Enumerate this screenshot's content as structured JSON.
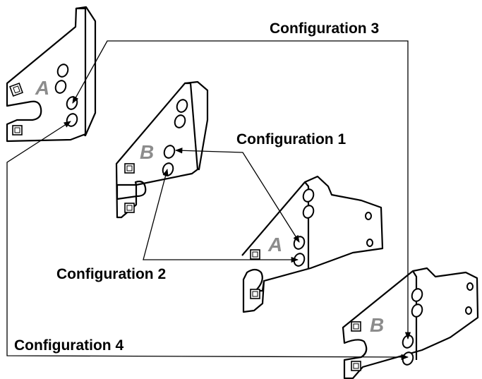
{
  "labels": {
    "config1": "Configuration 1",
    "config2": "Configuration 2",
    "config3": "Configuration 3",
    "config4": "Configuration 4"
  },
  "brackets": {
    "top_left": "A",
    "center": "B",
    "right": "A",
    "bottom_right": "B"
  }
}
